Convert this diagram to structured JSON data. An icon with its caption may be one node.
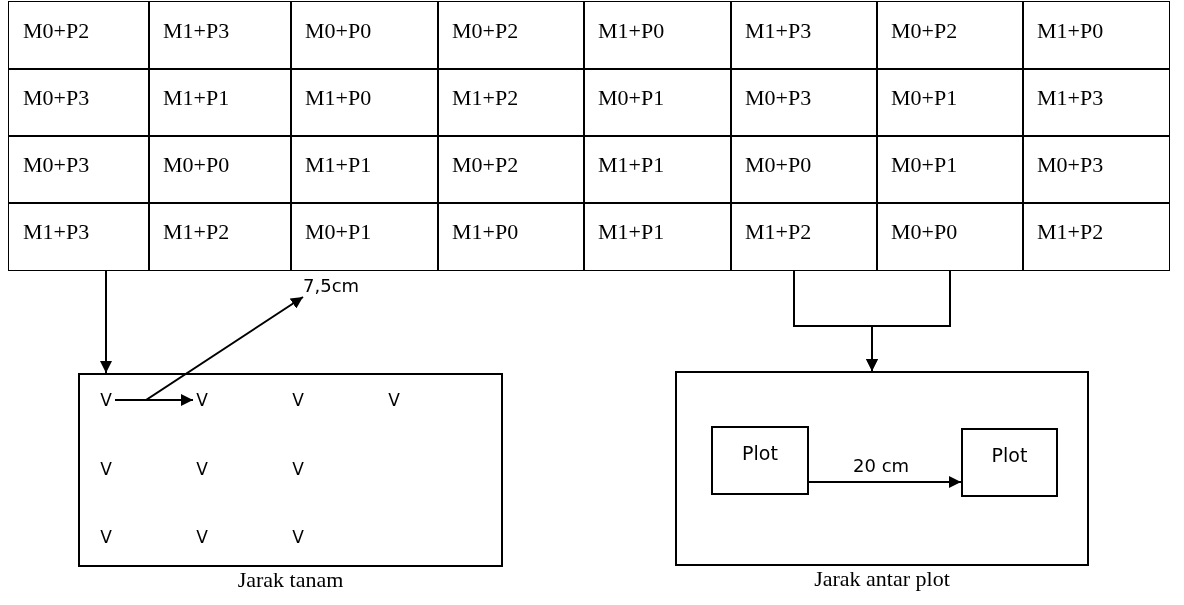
{
  "diagram": {
    "nodes": [
      {
        "text": [
          "M0+P2"
        ]
      },
      {
        "text": [
          "M1+P3"
        ]
      },
      {
        "text": [
          "M0+P0"
        ]
      },
      {
        "text": [
          "M0+P2"
        ]
      },
      {
        "text": [
          "M1+P0"
        ]
      },
      {
        "text": [
          "M1+P3"
        ]
      },
      {
        "text": [
          "M0+P2"
        ]
      },
      {
        "text": [
          "M1+P0"
        ]
      },
      {
        "text": [
          "M0+P3"
        ]
      },
      {
        "text": [
          "M1+P1"
        ]
      },
      {
        "text": [
          "M1+P0"
        ]
      },
      {
        "text": [
          "M1+P2"
        ]
      },
      {
        "text": [
          "M0+P1"
        ]
      },
      {
        "text": [
          "M0+P3"
        ]
      },
      {
        "text": [
          "M0+P1"
        ]
      },
      {
        "text": [
          "M1+P3"
        ]
      },
      {
        "text": [
          "M0+P3"
        ]
      },
      {
        "text": [
          "M0+P0"
        ]
      },
      {
        "text": [
          "M1+P1"
        ]
      },
      {
        "text": [
          "M0+P2"
        ]
      },
      {
        "text": [
          "M1+P1"
        ]
      },
      {
        "text": [
          "M0+P0"
        ]
      },
      {
        "text": [
          "M0+P1"
        ]
      },
      {
        "text": [
          "M0+P3"
        ]
      },
      {
        "text": [
          "M1+P3"
        ]
      },
      {
        "text": [
          "M1+P2"
        ]
      },
      {
        "text": [
          "M0+P1"
        ]
      },
      {
        "text": [
          "M1+P0"
        ]
      },
      {
        "text": [
          "M1+P1"
        ]
      },
      {
        "text": [
          "M1+P2"
        ]
      },
      {
        "text": [
          "M0+P0"
        ]
      },
      {
        "text": [
          "M1+P2"
        ]
      },
      {
        "text": [
          "7,5cm"
        ]
      },
      {
        "text": [
          "Jarak tanam"
        ]
      },
      {
        "text": [
          "V"
        ],
        "in": 33
      },
      {
        "text": [
          "V"
        ],
        "in": 33
      },
      {
        "text": [
          "V"
        ],
        "in": 33
      },
      {
        "text": [
          "V"
        ],
        "in": 33
      },
      {
        "text": [
          "V"
        ],
        "in": 33
      },
      {
        "text": [
          "V"
        ],
        "in": 33
      },
      {
        "text": [
          "V"
        ],
        "in": 33
      },
      {
        "text": [
          "V"
        ],
        "in": 33
      },
      {
        "text": [
          "V"
        ],
        "in": 33
      },
      {
        "text": [
          "V"
        ],
        "in": 33
      },
      {
        "text": [
          "Jarak antar plot"
        ]
      },
      {
        "text": [
          "Plot"
        ],
        "in": 44
      },
      {
        "text": [
          "Plot"
        ],
        "in": 44
      }
    ],
    "edges": [
      {
        "from": 24,
        "to": 33,
        "arrow": "to"
      },
      {
        "from": 29,
        "to": 44,
        "arrow": "to"
      },
      {
        "from": 30,
        "to": 44,
        "arrow": "to"
      },
      {
        "from": 34,
        "to": 35,
        "arrow": "to"
      },
      {
        "from": 34,
        "to": 32,
        "arrow": "to"
      },
      {
        "from": 45,
        "to": 46,
        "label": "20 cm",
        "arrow": "to"
      }
    ]
  }
}
